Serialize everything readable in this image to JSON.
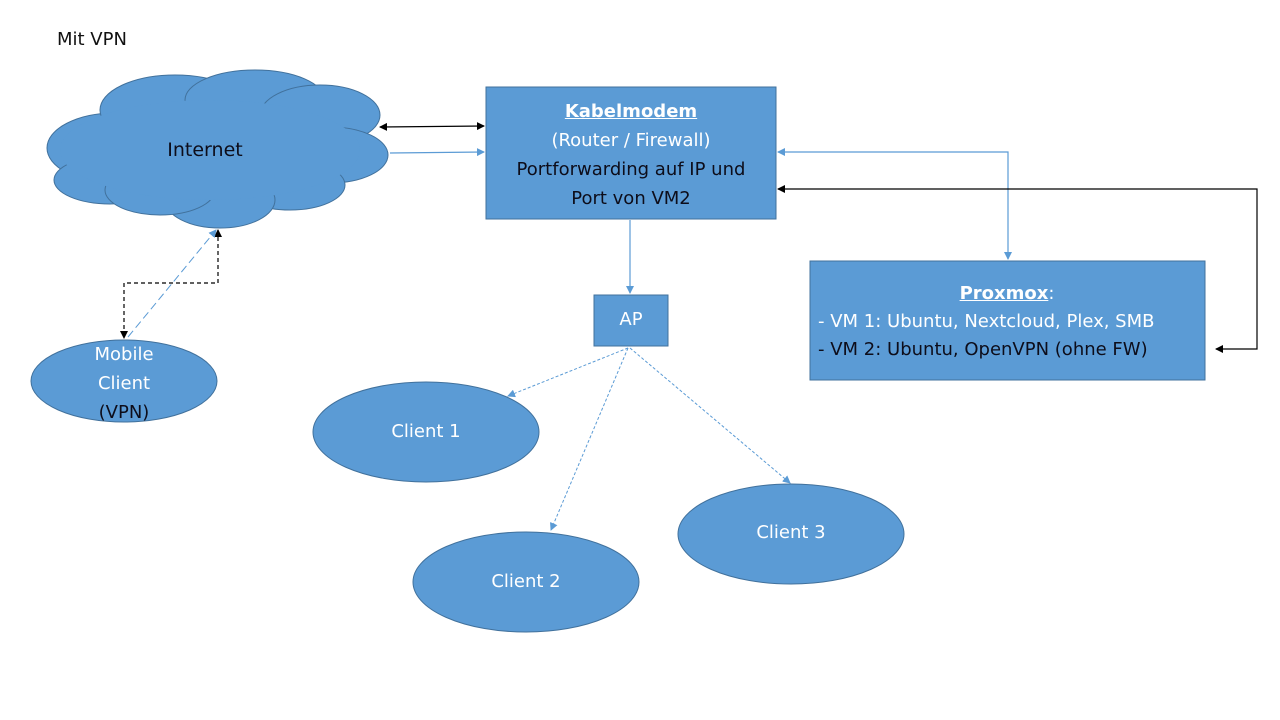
{
  "title": "Mit VPN",
  "colors": {
    "shape_fill": "#5b9bd5",
    "shape_stroke": "#41719c",
    "connector_blue": "#5b9bd5",
    "connector_black": "#000000",
    "text_white": "#ffffff",
    "text_dark": "#0d0d1a"
  },
  "nodes": {
    "internet": {
      "label": "Internet"
    },
    "modem": {
      "title": "Kabelmodem",
      "subtitle": "(Router / Firewall)",
      "line1": "Portforwarding auf IP und",
      "line2": "Port von VM2"
    },
    "proxmox": {
      "title": "Proxmox",
      "title_suffix": ":",
      "vm1": "- VM 1: Ubuntu, Nextcloud, Plex, SMB",
      "vm2": "- VM 2: Ubuntu, OpenVPN (ohne FW)"
    },
    "ap": {
      "label": "AP"
    },
    "mobile": {
      "line1": "Mobile",
      "line2": "Client",
      "line3": "(VPN)"
    },
    "client1": {
      "label": "Client 1"
    },
    "client2": {
      "label": "Client 2"
    },
    "client3": {
      "label": "Client 3"
    }
  },
  "connections": [
    {
      "from": "internet",
      "to": "modem",
      "style": "solid",
      "color": "black",
      "arrows": "both"
    },
    {
      "from": "internet",
      "to": "modem",
      "style": "solid",
      "color": "blue",
      "arrows": "end"
    },
    {
      "from": "modem",
      "to": "proxmox",
      "style": "solid",
      "color": "blue",
      "arrows": "both"
    },
    {
      "from": "proxmox-vm2",
      "to": "modem",
      "style": "solid",
      "color": "black",
      "arrows": "both"
    },
    {
      "from": "modem",
      "to": "ap",
      "style": "solid",
      "color": "blue",
      "arrows": "end"
    },
    {
      "from": "ap",
      "to": "client1",
      "style": "dashed",
      "color": "blue",
      "arrows": "end"
    },
    {
      "from": "ap",
      "to": "client2",
      "style": "dashed",
      "color": "blue",
      "arrows": "end"
    },
    {
      "from": "ap",
      "to": "client3",
      "style": "dashed",
      "color": "blue",
      "arrows": "end"
    },
    {
      "from": "internet",
      "to": "mobile",
      "style": "dashed",
      "color": "black",
      "arrows": "both"
    },
    {
      "from": "mobile",
      "to": "internet",
      "style": "dashed",
      "color": "blue",
      "arrows": "end"
    }
  ]
}
